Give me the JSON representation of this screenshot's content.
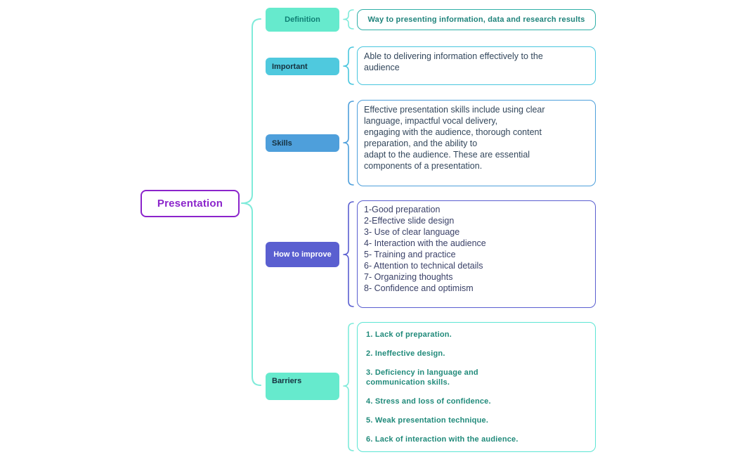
{
  "root": {
    "label": "Presentation"
  },
  "branches": [
    {
      "label": "Definition",
      "content": "Way to presenting information, data and  research results"
    },
    {
      "label": "Important",
      "content": "Able to delivering information effectively to  the\naudience"
    },
    {
      "label": "Skills",
      "content": "Effective presentation skills include using  clear\nlanguage, impactful vocal delivery,\nengaging with the audience, thorough  content\npreparation, and the ability to\nadapt to the audience. These are essential\ncomponents of a presentation."
    },
    {
      "label": "How to improve",
      "content": "1-Good preparation\n2-Effective slide design\n3- Use of clear language\n4- Interaction with the audience\n5- Training and practice\n6- Attention to technical details\n7- Organizing thoughts\n8- Confidence and optimism"
    },
    {
      "label": "Barriers",
      "items": [
        "1. Lack of preparation.",
        "2. Ineffective design.",
        "3. Deficiency in language and\ncommunication skills.",
        "4. Stress and loss of confidence.",
        "5. Weak presentation technique.",
        "6. Lack of interaction with the audience."
      ]
    }
  ],
  "colors": {
    "root_purple": "#8B24CB",
    "mint_fill": "#66EACD",
    "mint_line": "#7FEBDA",
    "teal_border": "#2FAFA7",
    "teal_text": "#1F837B",
    "cyan_line": "#49C6DE",
    "blue_line": "#4E9FDB",
    "indigo_line": "#5A5FD0",
    "body_text": "#33475C",
    "barriers_border": "#5CE5D4",
    "barriers_text": "#208A7A"
  }
}
